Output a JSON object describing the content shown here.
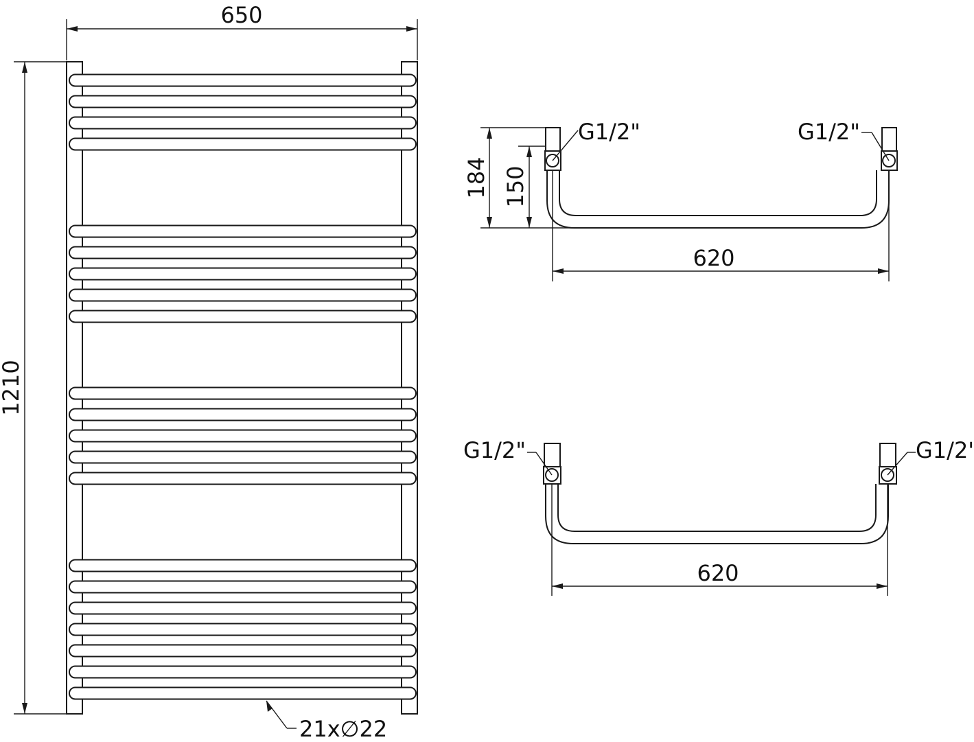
{
  "front_view": {
    "width_label": "650",
    "height_label": "1210",
    "tube_label": "21x∅22",
    "tube_groups": [
      4,
      5,
      5,
      7
    ]
  },
  "top_view_upper": {
    "connector_left": "G1/2\"",
    "connector_right": "G1/2\"",
    "depth_outer": "184",
    "depth_inner": "150",
    "axis_width": "620"
  },
  "top_view_lower": {
    "connector_left": "G1/2\"",
    "connector_right": "G1/2\"",
    "axis_width": "620"
  }
}
